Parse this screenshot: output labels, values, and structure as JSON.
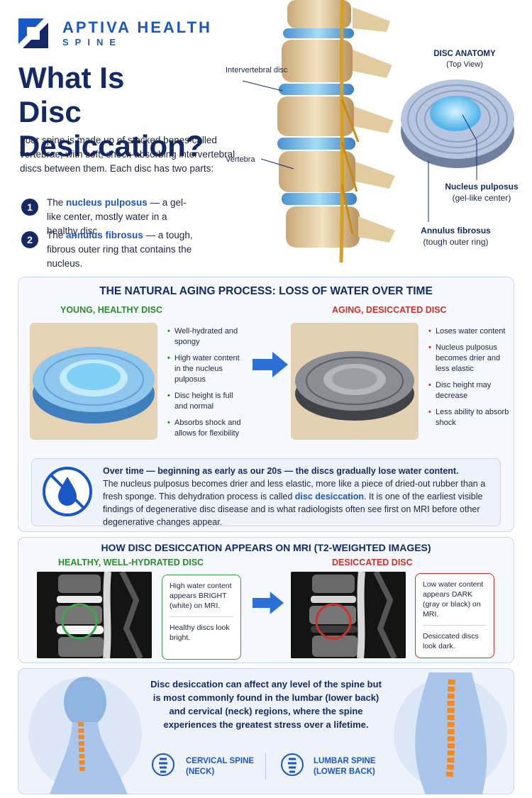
{
  "brand": {
    "name": "APTIVA HEALTH",
    "sub": "SPINE"
  },
  "title_line1": "What Is",
  "title_line2": "Disc Desiccation?",
  "intro": "Your spine is made up of stacked bones called vertebrae, with soft, shock-absorbing intervertebral discs between them. Each disc has two parts:",
  "parts": [
    {
      "num": "1",
      "pre": "The ",
      "kw": "nucleus pulposus",
      "post": " — a gel-like center, mostly water in a healthy disc."
    },
    {
      "num": "2",
      "pre": "The ",
      "kw": "annulus fibrosus",
      "post": " — a tough, fibrous outer ring that contains the nucleus."
    }
  ],
  "spine_labels": {
    "disc": "Intervertebral disc",
    "vertebra": "Vertebra"
  },
  "disc_anatomy": {
    "title": "DISC ANATOMY",
    "sub": "(Top View)",
    "nucleus_label": "Nucleus pulposus",
    "nucleus_sub": "(gel-like center)",
    "annulus_label": "Annulus fibrosus",
    "annulus_sub": "(tough outer ring)"
  },
  "aging": {
    "title": "THE NATURAL AGING PROCESS: LOSS OF WATER OVER TIME",
    "young_head": "YOUNG, HEALTHY DISC",
    "aging_head": "AGING, DESICCATED DISC",
    "young_points": [
      "Well-hydrated and spongy",
      "High water content in the nucleus pulposus",
      "Disc height is full and normal",
      "Absorbs shock and allows for flexibility"
    ],
    "aging_points": [
      "Loses water content",
      "Nucleus pulposus becomes drier and less elastic",
      "Disc height may decrease",
      "Less ability to absorb shock"
    ]
  },
  "info": {
    "lead": "Over time — beginning as early as our 20s — the discs gradually lose water content.",
    "body_pre": "The nucleus pulposus becomes drier and less elastic, more like a piece of dried-out rubber than a fresh sponge. This dehydration process is called ",
    "kw": "disc desiccation",
    "body_post": ". It is one of the earliest visible findings of degenerative disc disease and is what radiologists often see first on MRI before other degenerative changes appear."
  },
  "mri": {
    "title": "HOW DISC DESICCATION APPEARS ON MRI (T2-WEIGHTED IMAGES)",
    "healthy_head": "HEALTHY, WELL-HYDRATED DISC",
    "desiccated_head": "DESICCATED DISC",
    "healthy_note1": "High water content appears BRIGHT (white) on MRI.",
    "healthy_note2": "Healthy discs look bright.",
    "desiccated_note1": "Low water content appears DARK (gray or black) on MRI.",
    "desiccated_note2": "Desiccated discs look dark."
  },
  "bottom": {
    "text": "Disc desiccation can affect any level of the spine but is most commonly found in the lumbar (lower back) and cervical (neck) regions, where the spine experiences the greatest stress over a lifetime.",
    "cervical_line1": "CERVICAL SPINE",
    "cervical_line2": "(NECK)",
    "lumbar_line1": "LUMBAR SPINE",
    "lumbar_line2": "(LOWER BACK)"
  },
  "colors": {
    "navy": "#142a66",
    "blue": "#1a56c4",
    "green": "#2d8a2d",
    "red": "#c8322b",
    "disc_blue": "#7ec8ee"
  }
}
